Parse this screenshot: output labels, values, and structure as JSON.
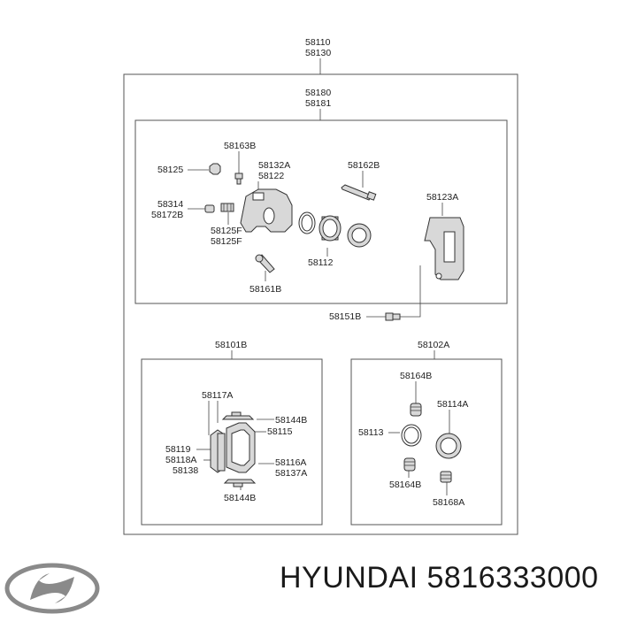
{
  "labels": {
    "top_1": "58110",
    "top_2": "58130",
    "inner_1": "58180",
    "inner_2": "58181",
    "l58163B": "58163B",
    "l58125": "58125",
    "l58132A": "58132A",
    "l58122": "58122",
    "l58162B": "58162B",
    "l58314": "58314",
    "l58172B": "58172B",
    "l58125F_1": "58125F",
    "l58125F_2": "58125F",
    "l58123A": "58123A",
    "l58112": "58112",
    "l58161B": "58161B",
    "l58151B": "58151B",
    "l58101B": "58101B",
    "l58102A": "58102A",
    "l58117A": "58117A",
    "l58144B_top": "58144B",
    "l58115": "58115",
    "l58119": "58119",
    "l58118A": "58118A",
    "l58138": "58138",
    "l58116A": "58116A",
    "l58137A": "58137A",
    "l58144B_bot": "58144B",
    "l58164B_top": "58164B",
    "l58114A": "58114A",
    "l58113": "58113",
    "l58164B_bot": "58164B",
    "l58168A": "58168A"
  },
  "caption": "HYUNDAI 5816333000",
  "logo_text": "HYUNDAI",
  "colors": {
    "line": "#444444",
    "part_fill": "#d8d8d8",
    "logo": "#8a8a8a"
  }
}
